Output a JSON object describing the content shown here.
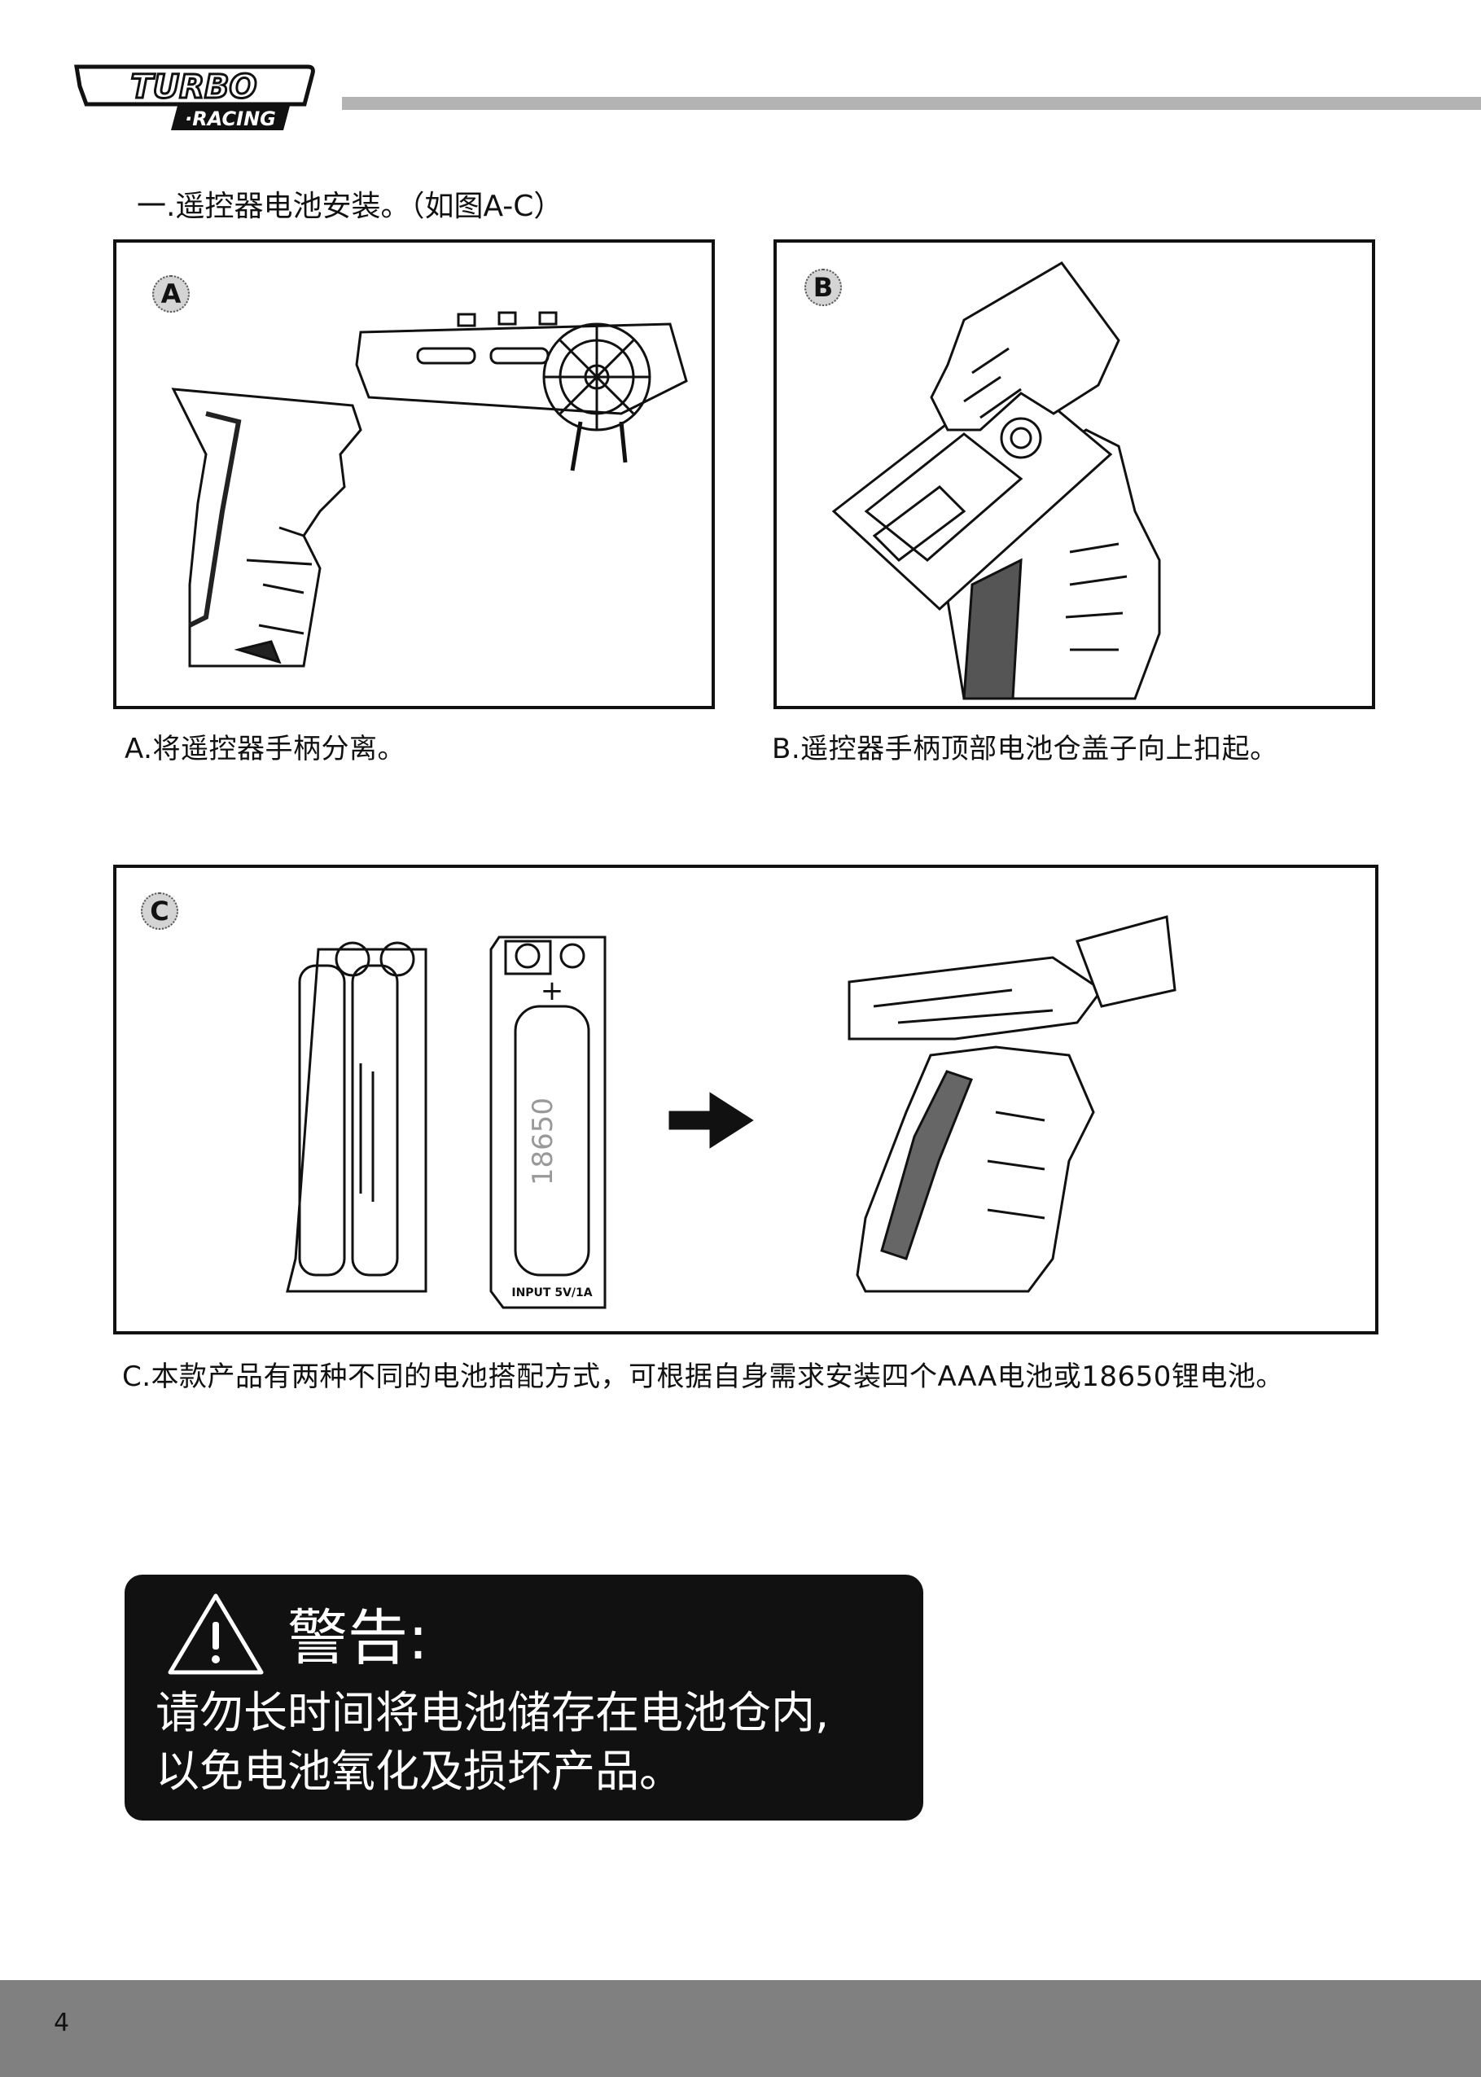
{
  "header": {
    "brand_top": "TURBO",
    "brand_bottom": "·RACING"
  },
  "section": {
    "title": "一.遥控器电池安装。（如图A-C）"
  },
  "panels": {
    "a": {
      "badge": "A",
      "caption": "A.将遥控器手柄分离。"
    },
    "b": {
      "badge": "B",
      "caption": "B.遥控器手柄顶部电池仓盖子向上扣起。"
    },
    "c": {
      "badge": "C",
      "caption": "C.本款产品有两种不同的电池搭配方式，可根据自身需求安装四个AAA电池或18650锂电池。",
      "battery_label": "18650",
      "input_label": "INPUT 5V/1A",
      "plus_sign": "+"
    }
  },
  "warning": {
    "title": "警告:",
    "line1": "请勿长时间将电池储存在电池仓内,",
    "line2": "以免电池氧化及损坏产品。"
  },
  "footer": {
    "page_number": "4"
  },
  "colors": {
    "header_bar": "#b3b3b3",
    "footer_bar": "#808080",
    "warning_bg": "#111111",
    "badge_bg": "#d4d4d4"
  }
}
